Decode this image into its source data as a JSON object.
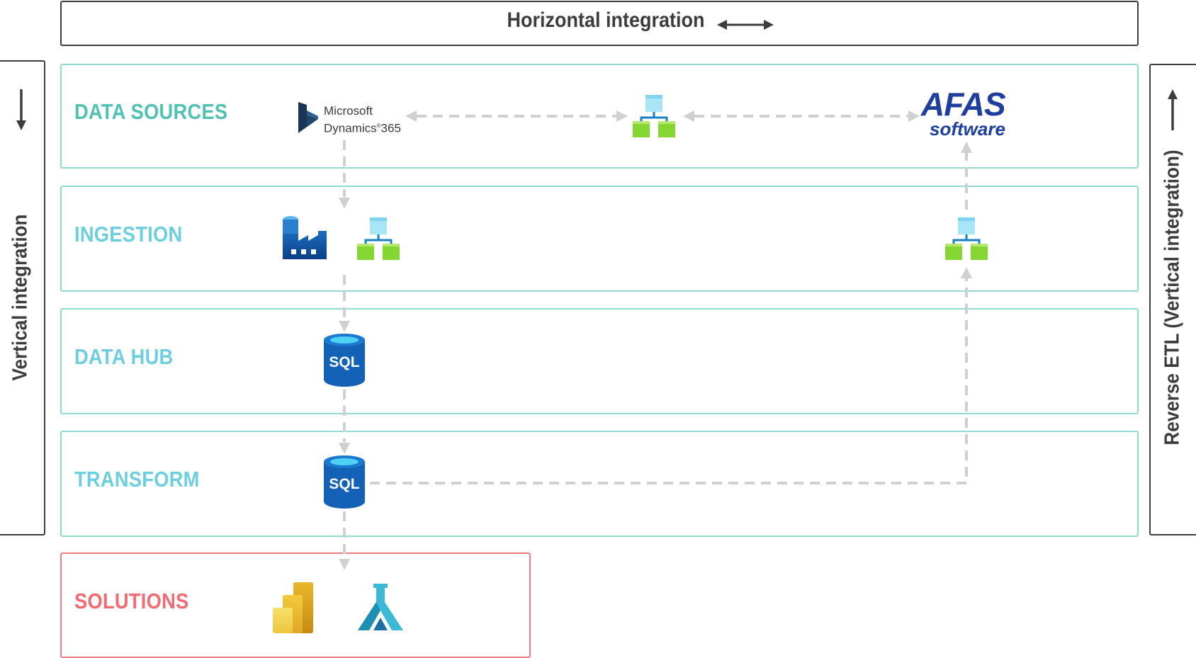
{
  "header": {
    "title": "Horizontal integration"
  },
  "side_labels": {
    "left": "Vertical integration",
    "right": "Reverse ETL (Vertical integration)"
  },
  "layers": [
    {
      "label": "DATA SOURCES",
      "color": "#4fc2b4"
    },
    {
      "label": "INGESTION",
      "color": "#6ccfe0"
    },
    {
      "label": "DATA HUB",
      "color": "#6ccfe0"
    },
    {
      "label": "TRANSFORM",
      "color": "#6ccfe0"
    },
    {
      "label": "SOLUTIONS",
      "color": "#f26b72"
    }
  ],
  "sources": {
    "dynamics_line1": "Microsoft",
    "dynamics_line2": "Dynamics",
    "dynamics_num": "365",
    "afas_line1": "AFAS",
    "afas_line2": "software"
  },
  "db_label": "SQL",
  "icons": [
    "dynamics-365-icon",
    "logic-app-icon",
    "data-factory-icon",
    "sql-database-icon",
    "power-bi-icon",
    "machine-learning-icon",
    "afas-logo"
  ],
  "colors": {
    "border_teal": "#8fd9d6",
    "border_red": "#f07c82",
    "arrow_gray": "#d0d0d0",
    "dark": "#3d3d3d"
  }
}
